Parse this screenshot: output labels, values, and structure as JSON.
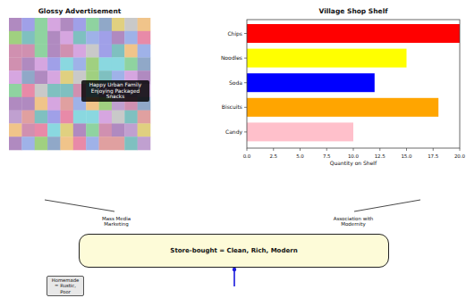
{
  "diagram": {
    "nodes": [
      {
        "text": [
          "Happy Urban Family Enjoying Packaged Snacks"
        ]
      },
      {
        "text": [
          "Store-bought = Clean, Rich, Modern"
        ]
      },
      {
        "text": [
          "Homemade = Rustic, Poor"
        ]
      }
    ],
    "labels": [
      "Glossy Advertisement",
      "Village Shop Shelf",
      "Chips",
      "Noodles",
      "Soda",
      "Biscuits",
      "Candy",
      "0.0",
      "2.5",
      "5.0",
      "7.5",
      "10.0",
      "12.5",
      "15.0",
      "17.5",
      "20.0",
      "Quantity on Shelf",
      "Mass Media Marketing",
      "Association with Modernity"
    ]
  }
}
